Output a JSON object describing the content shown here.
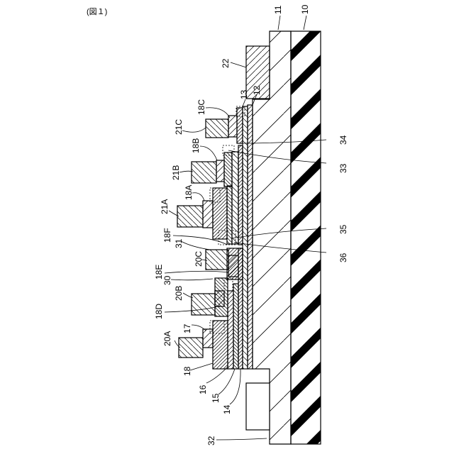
{
  "figure": {
    "caption": "(図１)"
  },
  "labels": {
    "l10": "10",
    "l11": "11",
    "l12": "12",
    "l13": "13",
    "l14": "14",
    "l15": "15",
    "l16": "16",
    "l17": "17",
    "l18": "18",
    "l18A": "18A",
    "l18B": "18B",
    "l18C": "18C",
    "l18D": "18D",
    "l18E": "18E",
    "l18F": "18F",
    "l20A": "20A",
    "l20B": "20B",
    "l20C": "20C",
    "l21A": "21A",
    "l21B": "21B",
    "l21C": "21C",
    "l22": "22",
    "l30": "30",
    "l31": "31",
    "l32": "32",
    "l33": "33",
    "l34": "34",
    "l35": "35",
    "l36": "36"
  }
}
